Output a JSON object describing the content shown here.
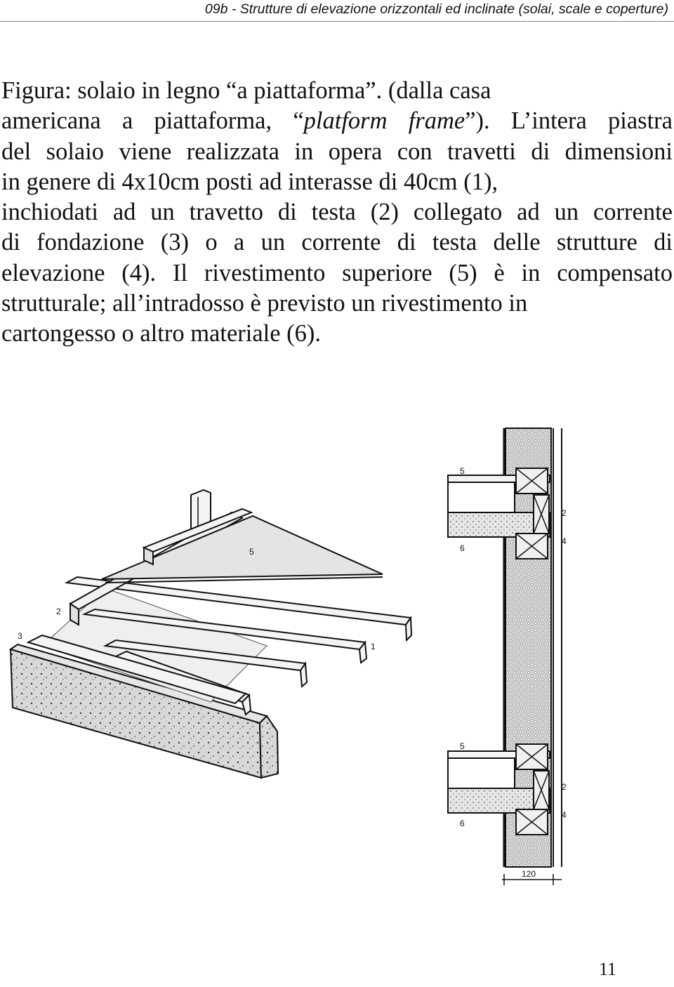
{
  "header": {
    "title": "09b - Strutture di elevazione orizzontali ed inclinate (solai, scale e coperture)"
  },
  "body": {
    "lines": [
      "Figura: solaio in legno “a piattaforma”. (dalla casa",
      "americana a piattaforma, “",
      "platform frame",
      "”). L’intera piastra",
      "del solaio viene realizzata in opera con travetti di dimensioni",
      "in genere di 4x10cm posti ad interasse di 40cm (1),",
      "inchiodati ad un travetto di testa (2) collegato ad un corrente",
      "di fondazione (3) o a un corrente di testa delle strutture di",
      "elevazione (4). Il rivestimento superiore (5) è in compensato",
      "strutturale; all’intradosso è previsto un rivestimento in",
      "cartongesso o altro materiale (6)."
    ]
  },
  "figure_axonometric": {
    "labels": [
      "5",
      "2",
      "3",
      "1"
    ]
  },
  "figure_section": {
    "labels_top": [
      "5",
      "2",
      "6",
      "4"
    ],
    "labels_bottom": [
      "5",
      "2",
      "6",
      "4"
    ],
    "dimension": "120"
  },
  "page": {
    "number": "11"
  }
}
